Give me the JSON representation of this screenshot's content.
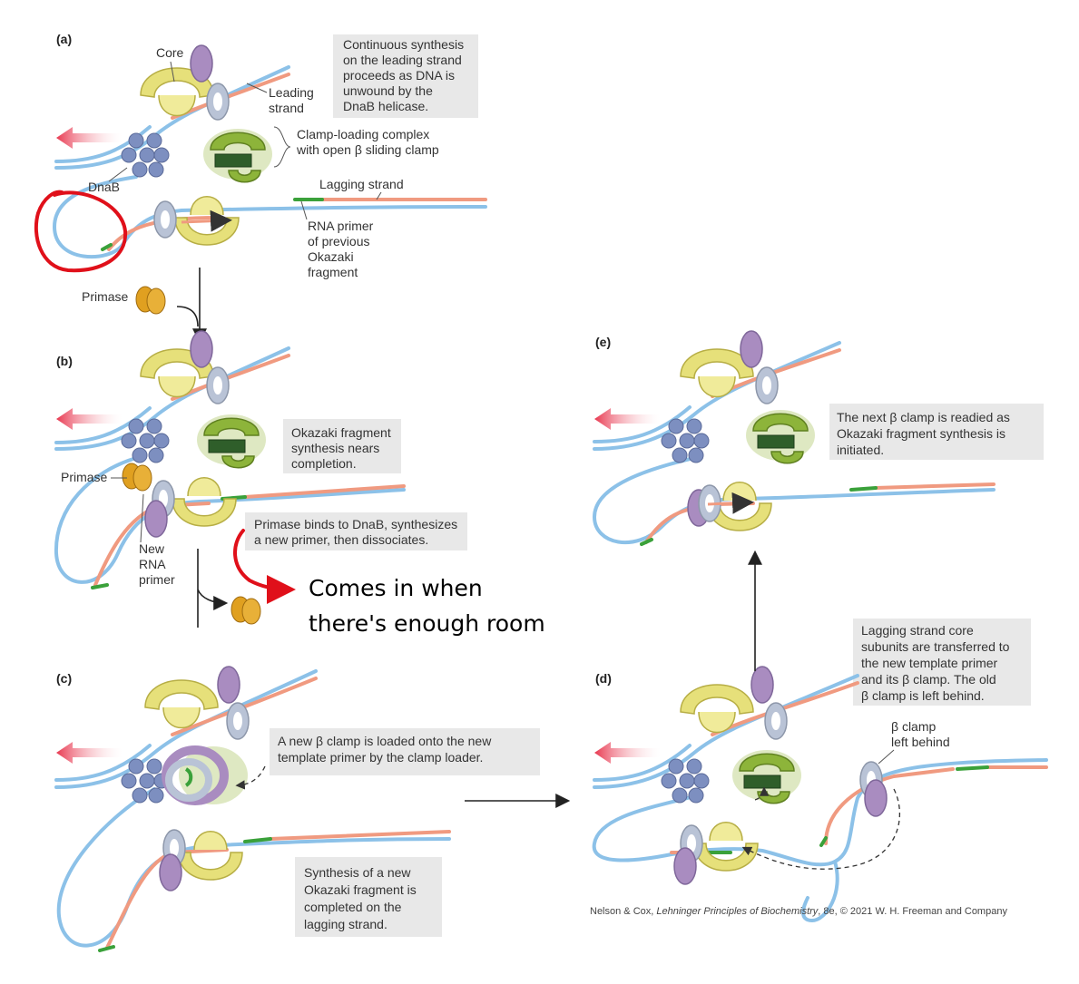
{
  "panels": {
    "a": {
      "letter": "(a)",
      "caption": [
        "Continuous synthesis",
        "on the leading strand",
        "proceeds as DNA is",
        "unwound by the",
        "DnaB helicase."
      ],
      "label_core": "Core",
      "label_leading": [
        "Leading",
        "strand"
      ],
      "label_clamp_loading": [
        "Clamp-loading complex",
        "with open β sliding clamp"
      ],
      "label_dnab": "DnaB",
      "label_lagging": "Lagging strand",
      "label_rna_primer": [
        "RNA primer",
        "of previous",
        "Okazaki",
        "fragment"
      ],
      "label_primase": "Primase"
    },
    "b": {
      "letter": "(b)",
      "caption1": [
        "Okazaki fragment",
        "synthesis nears",
        "completion."
      ],
      "caption2": [
        "Primase binds to DnaB, synthesizes",
        "a new primer, then dissociates."
      ],
      "label_primase": "Primase",
      "label_new_primer": [
        "New",
        "RNA",
        "primer"
      ]
    },
    "c": {
      "letter": "(c)",
      "caption1": [
        "A new β clamp is loaded onto the new",
        "template primer by the clamp loader."
      ],
      "caption2": [
        "Synthesis of a new",
        "Okazaki fragment is",
        "completed on the",
        "lagging strand."
      ]
    },
    "d": {
      "letter": "(d)",
      "caption": [
        "Lagging strand core",
        "subunits are transferred to",
        "the new template primer",
        "and its β clamp. The old",
        "β clamp is left behind."
      ],
      "label_clamp_left": [
        "β clamp",
        "left behind"
      ]
    },
    "e": {
      "letter": "(e)",
      "caption": [
        "The next β clamp is readied as",
        "Okazaki fragment synthesis is",
        "initiated."
      ]
    }
  },
  "annotation": {
    "handwritten": [
      "Comes in when",
      "there's enough room"
    ],
    "color": "#e0101a"
  },
  "credit": {
    "prefix": "Nelson & Cox, ",
    "book": "Lehninger Principles of Biochemistry",
    "suffix": ", 8e, © 2021 W. H. Freeman and Company"
  },
  "colors": {
    "template_strand": "#8cc1e8",
    "new_strand": "#f09a80",
    "rna_primer": "#3aa13a",
    "core": "#e6e07a",
    "clamp_gray": "#b9c3d6",
    "clamp_purple": "#a98cc0",
    "clamp_loader": "#8db43a",
    "dnab": "#7d8fc0",
    "primase": "#e0a020",
    "red_marker": "#e0101a"
  }
}
